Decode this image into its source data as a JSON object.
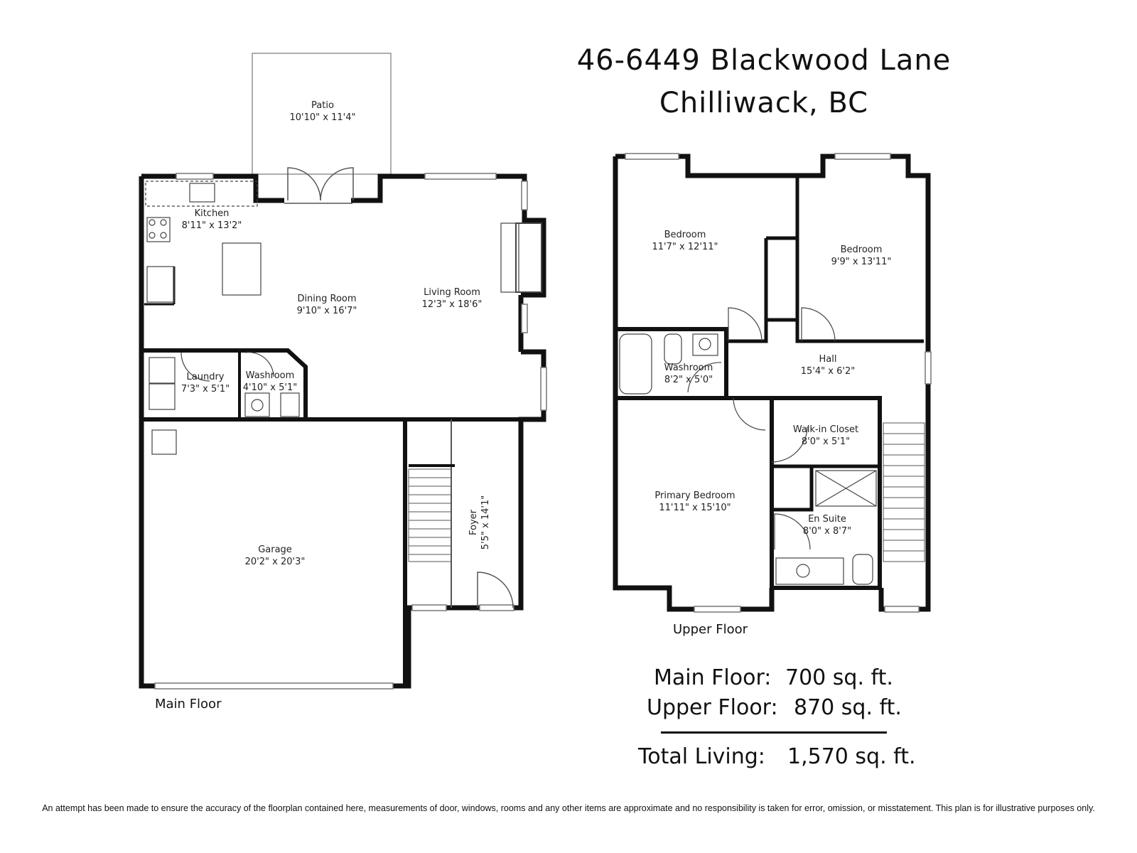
{
  "address": {
    "line1": "46-6449 Blackwood Lane",
    "line2": "Chilliwack, BC"
  },
  "main_floor": {
    "label": "Main Floor",
    "rooms": {
      "patio": {
        "name": "Patio",
        "dims": "10'10\" x 11'4\""
      },
      "kitchen": {
        "name": "Kitchen",
        "dims": "8'11\" x 13'2\""
      },
      "dining": {
        "name": "Dining Room",
        "dims": "9'10\" x 16'7\""
      },
      "living": {
        "name": "Living Room",
        "dims": "12'3\" x 18'6\""
      },
      "laundry": {
        "name": "Laundry",
        "dims": "7'3\" x 5'1\""
      },
      "washroom": {
        "name": "Washroom",
        "dims": "4'10\" x 5'1\""
      },
      "garage": {
        "name": "Garage",
        "dims": "20'2\" x 20'3\""
      },
      "foyer": {
        "name": "Foyer",
        "dims": "5'5\" x 14'1\""
      }
    }
  },
  "upper_floor": {
    "label": "Upper Floor",
    "rooms": {
      "bedroom1": {
        "name": "Bedroom",
        "dims": "11'7\" x 12'11\""
      },
      "bedroom2": {
        "name": "Bedroom",
        "dims": "9'9\" x 13'11\""
      },
      "washroom": {
        "name": "Washroom",
        "dims": "8'2\" x 5'0\""
      },
      "hall": {
        "name": "Hall",
        "dims": "15'4\" x 6'2\""
      },
      "walkin": {
        "name": "Walk-in Closet",
        "dims": "8'0\" x 5'1\""
      },
      "primary": {
        "name": "Primary Bedroom",
        "dims": "11'11\" x 15'10\""
      },
      "ensuite": {
        "name": "En Suite",
        "dims": "8'0\" x 8'7\""
      }
    }
  },
  "areas": {
    "main": {
      "label": "Main Floor:",
      "value": "700 sq. ft."
    },
    "upper": {
      "label": "Upper Floor:",
      "value": "870 sq. ft."
    },
    "total": {
      "label": "Total Living:",
      "value": "1,570 sq. ft."
    }
  },
  "disclaimer": "An attempt has been made to ensure the accuracy of the floorplan contained here, measurements of door, windows, rooms and any other items are approximate and no responsibility is taken for error, omission, or misstatement. This plan is for illustrative purposes only.",
  "colors": {
    "wall": "#111111",
    "line": "#555555",
    "background": "#ffffff"
  }
}
